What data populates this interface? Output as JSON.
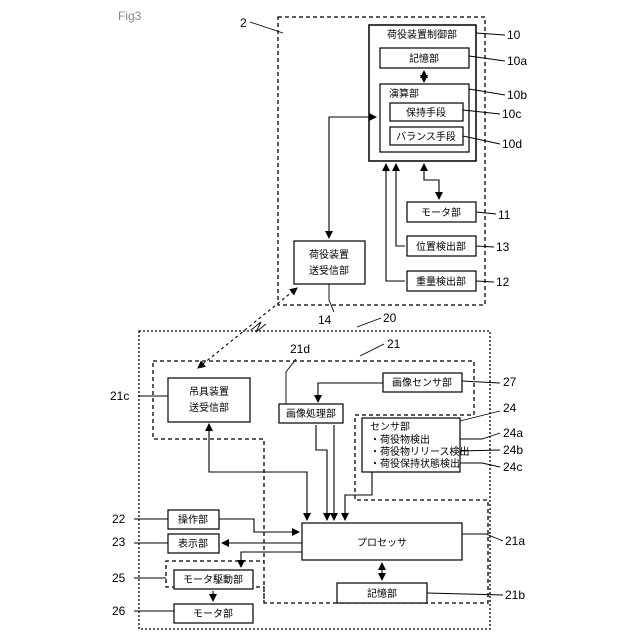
{
  "figure_label": "Fig3",
  "refs": {
    "r2": "2",
    "r10": "10",
    "r10a": "10a",
    "r10b": "10b",
    "r10c": "10c",
    "r10d": "10d",
    "r11": "11",
    "r13": "13",
    "r12": "12",
    "r14": "14",
    "r20": "20",
    "r21": "21",
    "r21d": "21d",
    "r21c": "21c",
    "r27": "27",
    "r24": "24",
    "r24a": "24a",
    "r24b": "24b",
    "r24c": "24c",
    "r22": "22",
    "r23": "23",
    "r21a": "21a",
    "r25": "25",
    "r26": "26",
    "r21b": "21b"
  },
  "labels": {
    "controller": "荷役装置制御部",
    "memory_10a": "記憶部",
    "calc": "演算部",
    "hold_means": "保持手段",
    "balance_means": "バランス手段",
    "motor_11": "モータ部",
    "position": "位置検出部",
    "weight": "重量検出部",
    "transceiver_14_line1": "荷役装置",
    "transceiver_14_line2": "送受信部",
    "transceiver_21c_line1": "吊具装置",
    "transceiver_21c_line2": "送受信部",
    "image_proc": "画像処理部",
    "image_sensor": "画像センサ部",
    "sensor": "センサ部",
    "sensor_a": "・荷役物検出",
    "sensor_b": "・荷役物リリース検出",
    "sensor_c": "・荷役保持状態検出",
    "operation": "操作部",
    "display": "表示部",
    "processor": "プロセッサ",
    "motor_drive": "モータ駆動部",
    "motor_26": "モータ部",
    "memory_21b": "記憶部"
  }
}
